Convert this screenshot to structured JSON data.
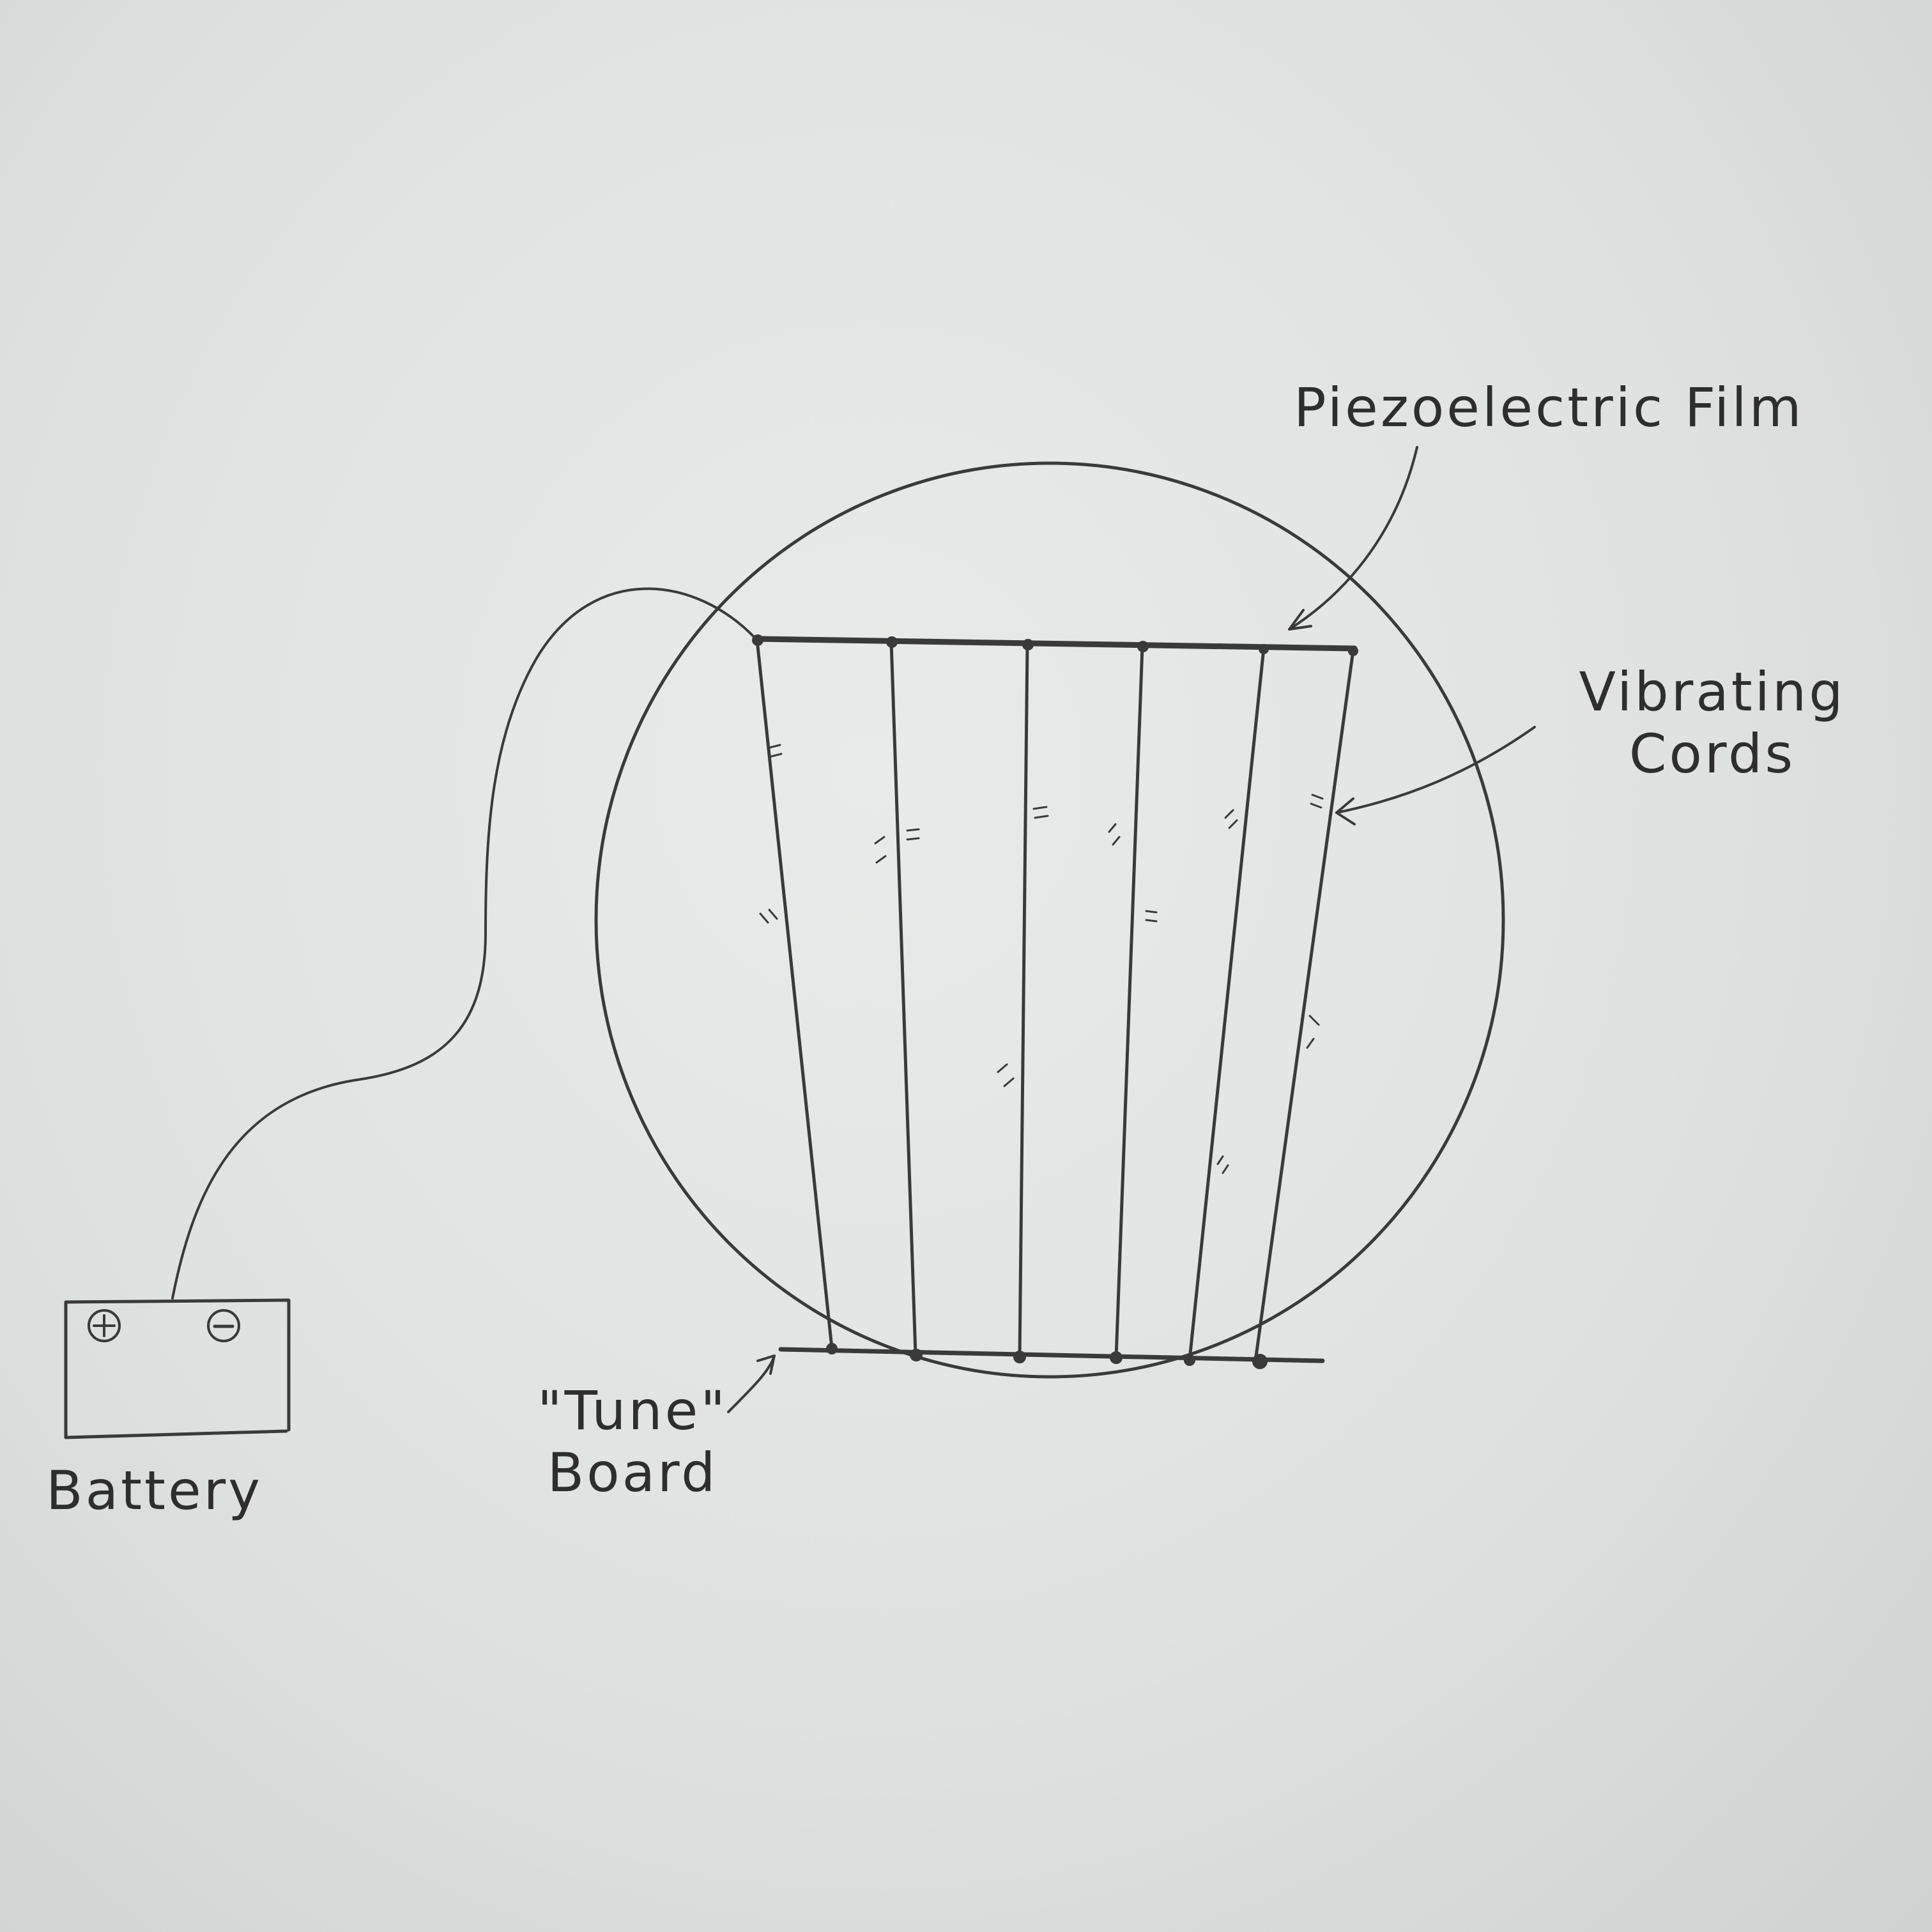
{
  "labels": {
    "piezo": "Piezoelectric Film",
    "vibrating_1": "Vibrating",
    "vibrating_2": "Cords",
    "tune_1": "\"Tune\"",
    "tune_2": "Board",
    "battery": "Battery"
  },
  "battery": {
    "positive": "+",
    "negative": "−"
  },
  "colors": {
    "paper": "#e3e6e5",
    "pencil": "#3a3a3a"
  }
}
